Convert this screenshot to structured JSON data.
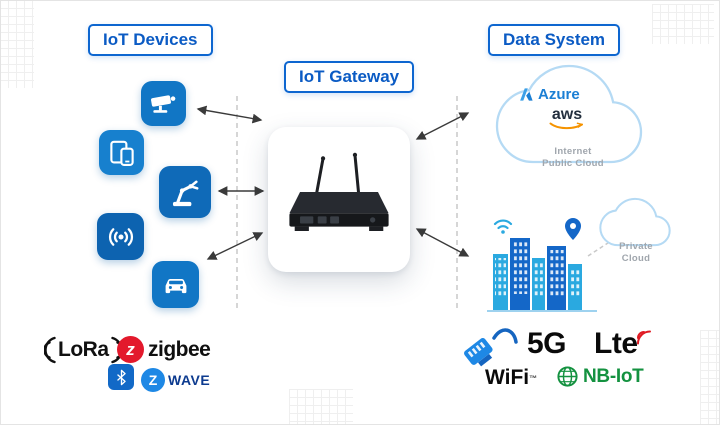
{
  "titles": {
    "devices": "IoT Devices",
    "gateway": "IoT Gateway",
    "data_system": "Data System"
  },
  "public_cloud": {
    "azure": "Azure",
    "aws": "aws",
    "caption_line1": "Internet",
    "caption_line2": "Public Cloud"
  },
  "private_cloud": {
    "caption_line1": "Private",
    "caption_line2": "Cloud"
  },
  "icons": {
    "left_devices": [
      "cctv-camera-icon",
      "mobile-devices-icon",
      "robotic-arm-icon",
      "wireless-signal-icon",
      "connected-car-icon"
    ],
    "center": "iot-gateway-device-image",
    "right": [
      "azure-logo-icon",
      "aws-logo-icon",
      "smart-city-icon",
      "wifi-icon",
      "map-pin-icon",
      "ethernet-cable-icon",
      "globe-icon",
      "bluetooth-icon",
      "zigbee-icon",
      "zwave-icon",
      "lora-waves-icon",
      "lte-waves-icon"
    ]
  },
  "logos_left": {
    "lora": "LoRa",
    "zigbee_z": "z",
    "zigbee": "zigbee",
    "zwave_z": "Z",
    "zwave": "WAVE"
  },
  "logos_right": {
    "five_g": "5G",
    "lte": "Lte",
    "wifi": "WiFi",
    "wifi_tm": "™",
    "nbiot": "NB-IoT"
  },
  "colors": {
    "accent_blue": "#0d66d0",
    "tile_blue": "#1176c5",
    "tile_blue_light": "#1780ce",
    "tile_blue_dark": "#0d63b0",
    "azure_blue": "#1b7fd4",
    "aws_dark": "#232f3e",
    "aws_orange": "#f59300",
    "cloud_stroke": "#b5daf4",
    "city_light": "#2aa9e0",
    "city_dark": "#1467c8",
    "zigbee_red": "#e3192c",
    "bluetooth_blue": "#1269c7",
    "zwave_blue": "#1e88e5",
    "lte_red": "#e01b24",
    "nbiot_green": "#149240",
    "caption_gray": "#a0a6ad"
  }
}
